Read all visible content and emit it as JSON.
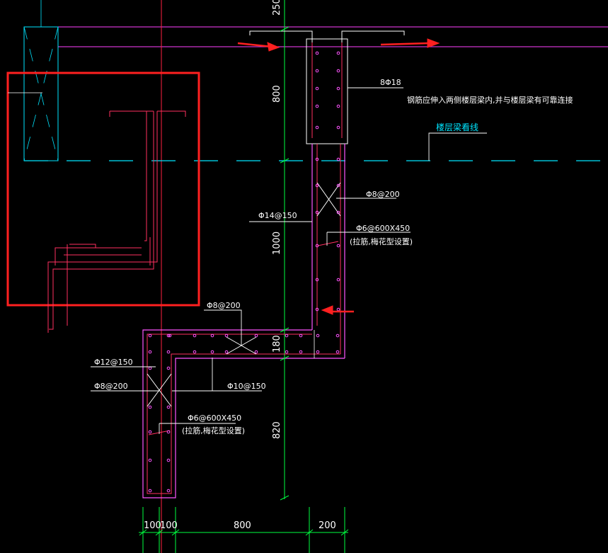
{
  "drawing": {
    "colors": {
      "background": "#000000",
      "wall_outline": "#ff55ff",
      "rebar": "#ff3060",
      "leader": "#ffffff",
      "dimension": "#00ff40",
      "cyan": "#00e5ff",
      "highlight_box": "#ff2020",
      "arrow": "#ff2020"
    },
    "top_section": {
      "rebar_label": "8Φ18",
      "note": "钢筋应伸入两侧楼层梁内,并与楼层梁有可靠连接"
    },
    "beam_line_label": "楼层梁看线",
    "wall_labels": {
      "stirrup_upper": "Φ8@200",
      "vertical_bar_upper": "Φ14@150",
      "tie_bar_upper": "Φ6@600X450",
      "tie_bar_upper_note": "(拉筋,梅花型设置)",
      "stirrup_lower": "Φ8@200",
      "vertical_bar_lower": "Φ12@150",
      "stirrup_lower_left": "Φ8@200",
      "horizontal_bar": "Φ10@150",
      "tie_bar_lower": "Φ6@600X450",
      "tie_bar_lower_note": "(拉筋,梅花型设置)"
    },
    "vertical_dimensions": {
      "top": "250",
      "upper": "800",
      "middle": "1000",
      "joint": "180",
      "lower": "820"
    },
    "horizontal_dimensions": [
      "100",
      "100",
      "800",
      "200"
    ]
  }
}
